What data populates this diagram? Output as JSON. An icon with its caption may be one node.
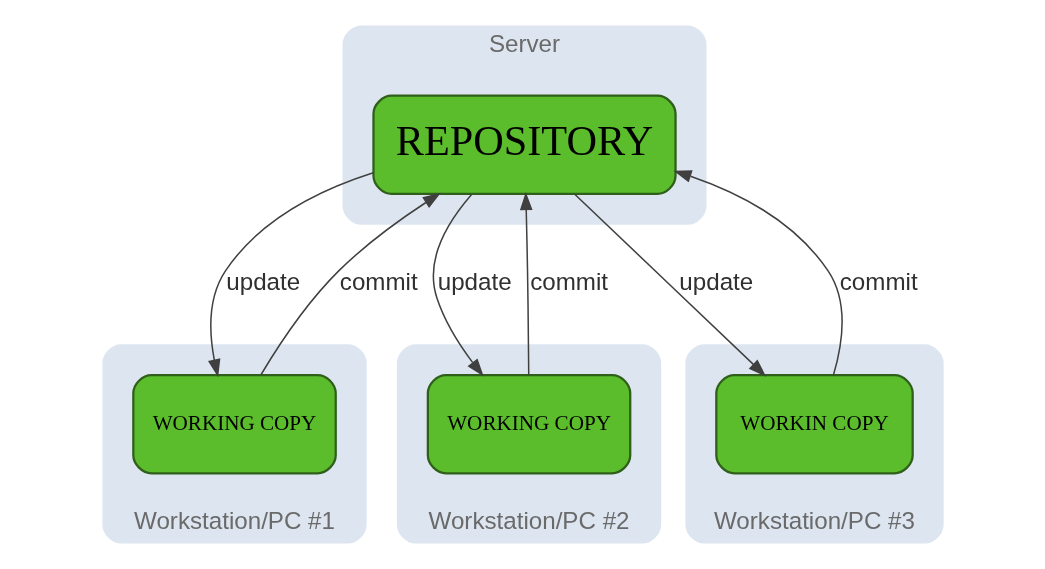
{
  "diagram": {
    "nodes": [
      {
        "text": [
          "Server"
        ]
      },
      {
        "text": [
          "REPOSITORY"
        ],
        "in": 0
      },
      {
        "text": [
          "Workstation/PC #1"
        ]
      },
      {
        "text": [
          "WORKING COPY"
        ],
        "in": 2
      },
      {
        "text": [
          "Workstation/PC #2"
        ]
      },
      {
        "text": [
          "WORKING COPY"
        ],
        "in": 4
      },
      {
        "text": [
          "Workstation/PC #3"
        ]
      },
      {
        "text": [
          "WORKIN COPY"
        ],
        "in": 6
      }
    ],
    "edges": [
      {
        "from": 3,
        "to": 1,
        "arrow": "to",
        "label": "commit"
      },
      {
        "from": 1,
        "to": 3,
        "arrow": "to",
        "label": "update"
      },
      {
        "from": 5,
        "to": 1,
        "arrow": "to",
        "label": "commit"
      },
      {
        "from": 1,
        "to": 5,
        "arrow": "to",
        "label": "update"
      },
      {
        "from": 7,
        "to": 1,
        "arrow": "to",
        "label": "commit"
      },
      {
        "from": 1,
        "to": 7,
        "arrow": "to",
        "label": "update"
      }
    ]
  }
}
